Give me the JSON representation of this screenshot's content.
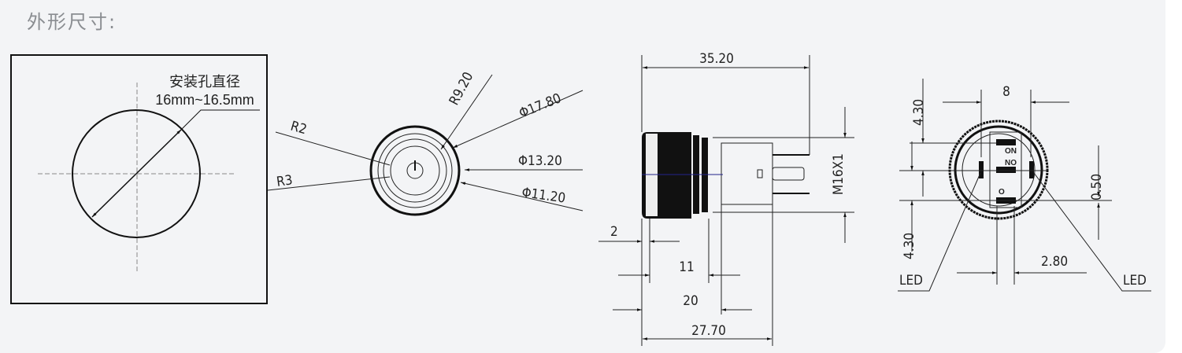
{
  "title": "外形尺寸:",
  "mounting_hole": {
    "label": "安装孔直径",
    "range": "16mm~16.5mm"
  },
  "front_view": {
    "r_outer": "R9.20",
    "d_outer": "Φ17.80",
    "r2": "R2",
    "d_mid": "Φ13.20",
    "r3": "R3",
    "d_inner": "Φ11.20"
  },
  "side_view": {
    "overall": "35.20",
    "thread": "M16X1",
    "bezel": "2",
    "d11": "11",
    "d20": "20",
    "d27": "27.70"
  },
  "rear_view": {
    "width": "8",
    "top_offset": "4.30",
    "bottom_offset": "4.30",
    "gap": "0.50",
    "pin_pitch": "2.80",
    "led_left": "LED",
    "led_right": "LED",
    "terminal_on": "ON",
    "terminal_no": "NO",
    "terminal_o": "O"
  }
}
